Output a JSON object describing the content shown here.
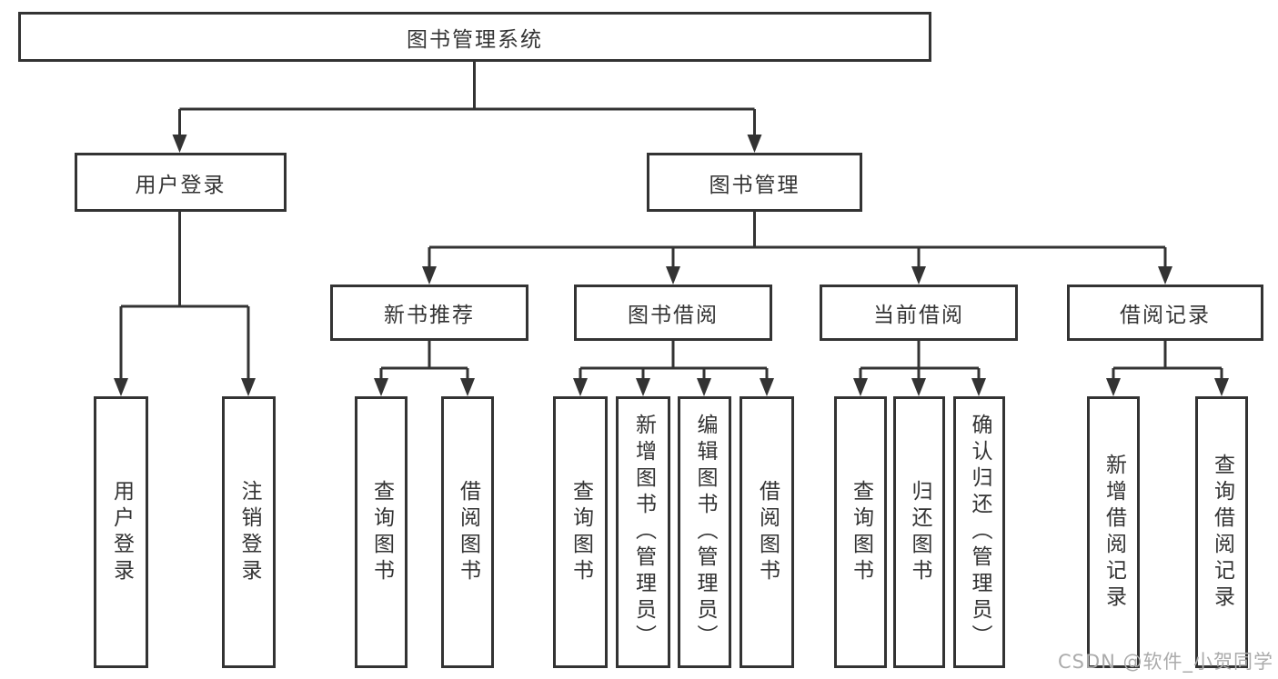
{
  "colors": {
    "line": "#333333",
    "box_border": "#333333",
    "box_fill": "#ffffff",
    "text": "#333333",
    "watermark": "#ababab",
    "page_bg": "#ffffff"
  },
  "watermark": {
    "text": "CSDN @软件_小贺同学"
  },
  "tree": {
    "label": "图书管理系统",
    "children": [
      {
        "label": "用户登录",
        "children": [
          {
            "label": "用户登录"
          },
          {
            "label": "注销登录"
          }
        ]
      },
      {
        "label": "图书管理",
        "children": [
          {
            "label": "新书推荐",
            "children": [
              {
                "label": "查询图书"
              },
              {
                "label": "借阅图书"
              }
            ]
          },
          {
            "label": "图书借阅",
            "children": [
              {
                "label": "查询图书"
              },
              {
                "label": "新增图书（管理员）"
              },
              {
                "label": "编辑图书（管理员）"
              },
              {
                "label": "借阅图书"
              }
            ]
          },
          {
            "label": "当前借阅",
            "children": [
              {
                "label": "查询图书"
              },
              {
                "label": "归还图书"
              },
              {
                "label": "确认归还（管理员）"
              }
            ]
          },
          {
            "label": "借阅记录",
            "children": [
              {
                "label": "新增借阅记录"
              },
              {
                "label": "查询借阅记录"
              }
            ]
          }
        ]
      }
    ]
  }
}
